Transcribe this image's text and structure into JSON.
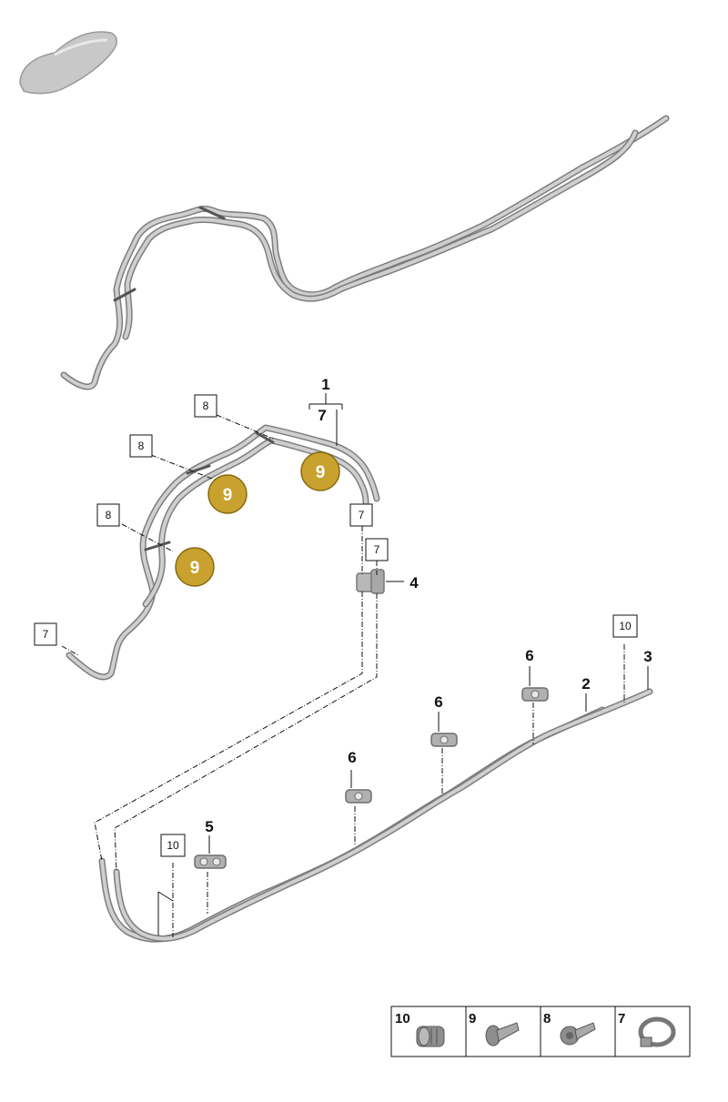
{
  "callouts": {
    "c1": "1",
    "c7_top": "7",
    "c4": "4",
    "c5": "5",
    "c6_a": "6",
    "c6_b": "6",
    "c6_c": "6",
    "c2": "2",
    "c3": "3"
  },
  "boxed_labels": {
    "b8_a": "8",
    "b8_b": "8",
    "b8_c": "8",
    "b7_a": "7",
    "b7_b": "7",
    "b7_c": "7",
    "b10_a": "10",
    "b10_b": "10"
  },
  "badges": {
    "badge_a": "9",
    "badge_b": "9",
    "badge_c": "9"
  },
  "legend": {
    "cells": [
      {
        "number": "10",
        "icon": "sleeve-icon"
      },
      {
        "number": "9",
        "icon": "screw-icon"
      },
      {
        "number": "8",
        "icon": "bolt-icon"
      },
      {
        "number": "7",
        "icon": "clamp-icon"
      }
    ]
  },
  "colors": {
    "badge_fill": "#c9a12e",
    "badge_stroke": "#8a6a12",
    "pipe_dark": "#7d7d7d",
    "pipe_light": "#cfcfcf"
  }
}
